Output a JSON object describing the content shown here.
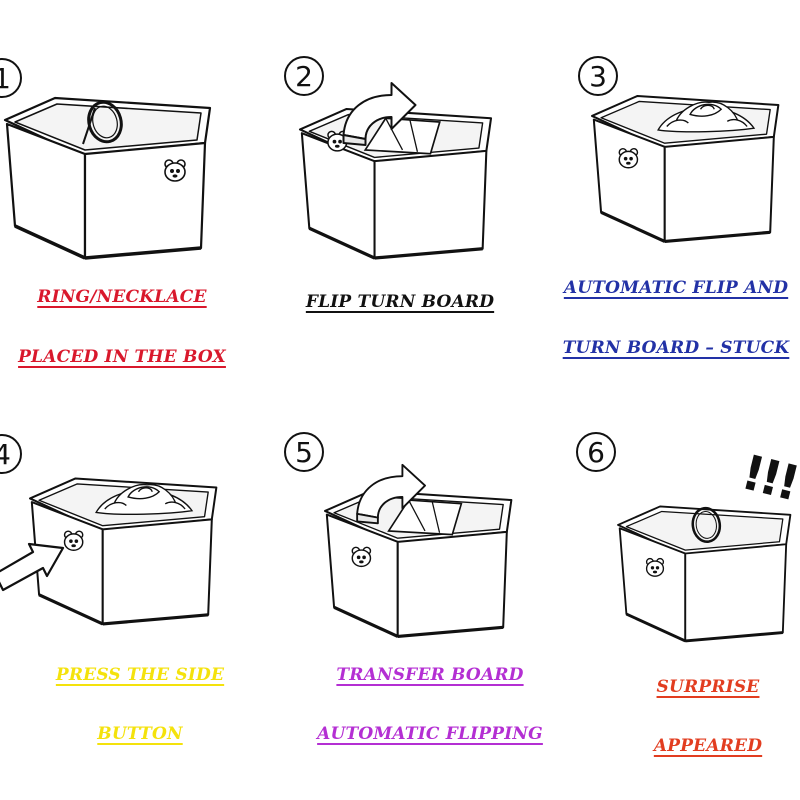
{
  "steps": [
    {
      "number": "1",
      "caption": [
        "RING/NECKLACE",
        "PLACED IN THE BOX"
      ]
    },
    {
      "number": "2",
      "caption": [
        "FLIP TURN BOARD"
      ]
    },
    {
      "number": "3",
      "caption": [
        "AUTOMATIC FLIP AND",
        "TURN BOARD – STUCK"
      ]
    },
    {
      "number": "4",
      "caption": [
        "PRESS THE SIDE",
        "BUTTON"
      ]
    },
    {
      "number": "5",
      "caption": [
        "TRANSFER BOARD",
        "AUTOMATIC FLIPPING"
      ]
    },
    {
      "number": "6",
      "caption": [
        "SURPRISE",
        "APPEARED"
      ],
      "exclaim": "!!!"
    }
  ],
  "colors": {
    "red": "#d9182c",
    "black": "#111111",
    "blue": "#2231a6",
    "yellow": "#f4e20c",
    "purple": "#b42fd3",
    "orange": "#e23d20"
  },
  "icons": [
    "box-icon",
    "ring-icon",
    "rose-icon",
    "flip-arrow-icon",
    "press-arrow-icon",
    "bear-button-icon"
  ]
}
